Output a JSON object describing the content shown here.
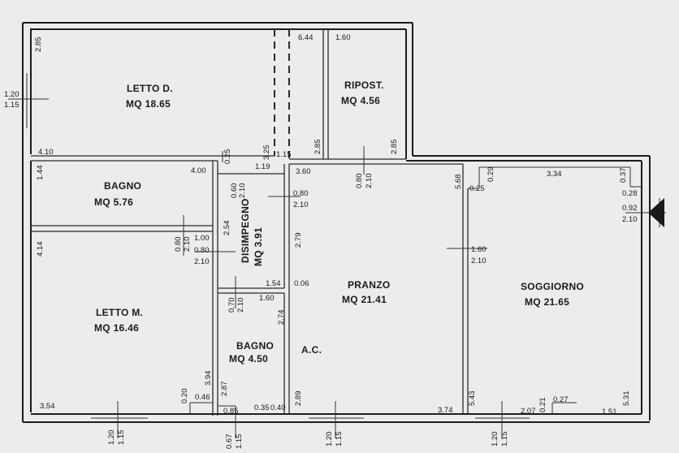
{
  "rooms": {
    "letto_d": {
      "name": "LETTO D.",
      "area": "MQ 18.65"
    },
    "ripost": {
      "name": "RIPOST.",
      "area": "MQ 4.56"
    },
    "bagno_1": {
      "name": "BAGNO",
      "area": "MQ 5.76"
    },
    "disimpegno": {
      "name": "DISIMPEGNO",
      "area": "MQ 3.91"
    },
    "pranzo": {
      "name": "PRANZO",
      "area": "MQ 21.41"
    },
    "soggiorno": {
      "name": "SOGGIORNO",
      "area": "MQ 21.65"
    },
    "letto_m": {
      "name": "LETTO M.",
      "area": "MQ 16.46"
    },
    "bagno_2": {
      "name": "BAGNO",
      "area": "MQ 4.50"
    },
    "ac": {
      "name": "A.C."
    }
  },
  "dims": {
    "d285a": "2.85",
    "d644": "6.44",
    "d160a": "1.60",
    "d120a": "1.20",
    "d115a": "1.15",
    "d410": "4.10",
    "d025a": "0.25",
    "d325": "3.25",
    "d119": "1.19",
    "d115b": "1.15",
    "d285b": "2.85",
    "d285c": "2.85",
    "d144": "1.44",
    "d400": "4.00",
    "d060a": "0.60",
    "d210a": "2.10",
    "d080a": "0.80",
    "d210b": "2.10",
    "d360": "3.60",
    "d080b": "0.80",
    "d210c": "2.10",
    "d568": "5.68",
    "d025b": "0.25",
    "d029": "0.29",
    "d334": "3.34",
    "d037": "0.37",
    "d028": "0.28",
    "d092": "0.92",
    "d210d": "2.10",
    "d414": "4.14",
    "d080c": "0.80",
    "d210e": "2.10",
    "d100": "1.00",
    "d080d": "0.80",
    "d210f": "2.10",
    "d254": "2.54",
    "d279": "2.79",
    "d160b": "1.60",
    "d210g": "2.10",
    "d154": "1.54",
    "d006": "0.06",
    "d070": "0.70",
    "d210h": "2.10",
    "d160c": "1.60",
    "d274": "2.74",
    "d394": "3.94",
    "d020": "0.20",
    "d046": "0.46",
    "d287": "2.87",
    "d354": "3.54",
    "d085": "0.85",
    "d035": "0.35",
    "d040": "0.40",
    "d289": "2.89",
    "d374": "3.74",
    "d543": "5.43",
    "d207": "2.07",
    "d021": "0.21",
    "d027": "0.27",
    "d151": "1.51",
    "d531": "5.31",
    "d120b": "1.20",
    "d115c": "1.15",
    "d067": "0.67",
    "d115d": "1.15",
    "d120c": "1.20",
    "d115e": "1.15",
    "d120d": "1.20",
    "d115f": "1.15"
  }
}
